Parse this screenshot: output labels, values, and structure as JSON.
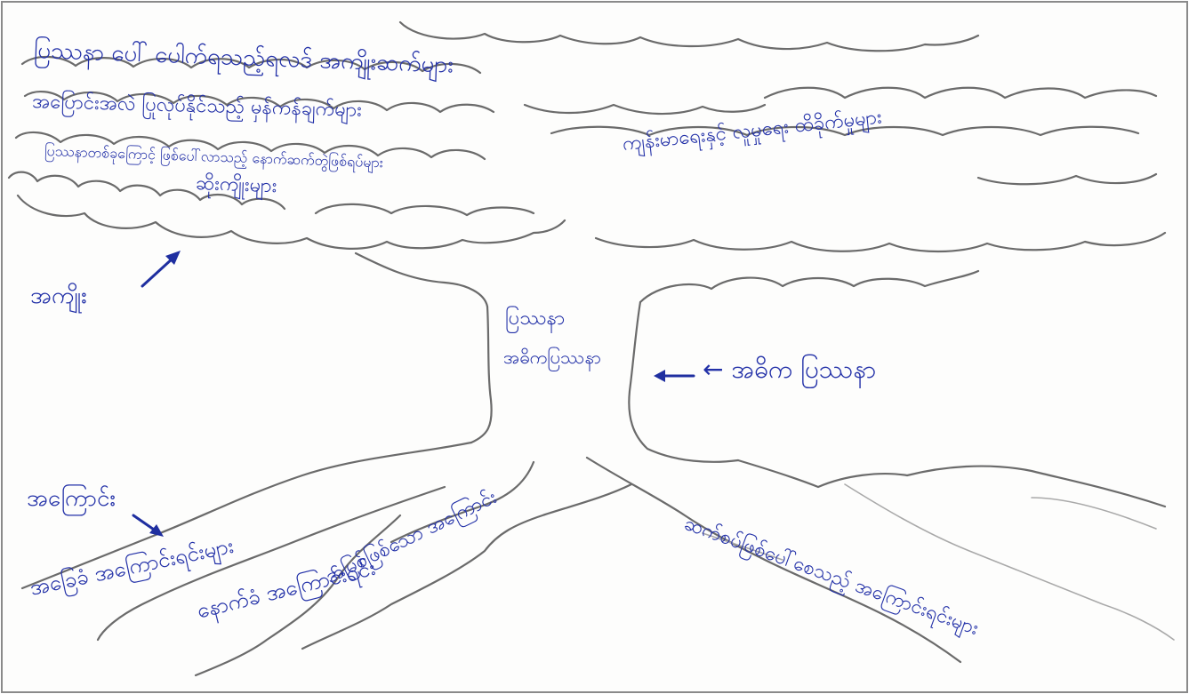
{
  "colors": {
    "ink": "#2331a8",
    "pencil": "#6b6b6b",
    "paper": "#fdfdfc"
  },
  "labels": {
    "leaf_line1": "ပြဿနာ ပေါ် ပေါက်ရသည့်ရလဒ် အကျိုးဆက်များ",
    "leaf_line2": "အပြောင်းအလဲ ပြုလုပ်နိုင်သည့် မှန်ကန်ချက်များ",
    "leaf_line3": "ပြဿနာတစ်ခုကြောင့် ဖြစ်ပေါ်လာသည့် နောက်ဆက်တွဲဖြစ်ရပ်များ",
    "leaf_line4": "ဆိုးကျိုးများ",
    "leaf_right": "ကျန်းမာရေးနှင့် လူမှုရေး ထိခိုက်မှုများ",
    "trunk_line1": "ပြဿနာ",
    "trunk_line2": "အဓိကပြဿနာ",
    "trunk_arrow_label": "← အဓိက ပြဿနာ",
    "leaf_arrow_label": "အကျိုး",
    "root_arrow_label": "အကြောင်း",
    "root_1": "အခြေခံ အကြောင်းရင်းများ",
    "root_2": "နောက်ခံ အကြောင်းရင်း",
    "root_3": "အမြစ်ဖြစ်သော အကြောင်း",
    "root_right": "ဆက်စပ်ဖြစ်ပေါ်စေသည့် အကြောင်းရင်းများ"
  }
}
